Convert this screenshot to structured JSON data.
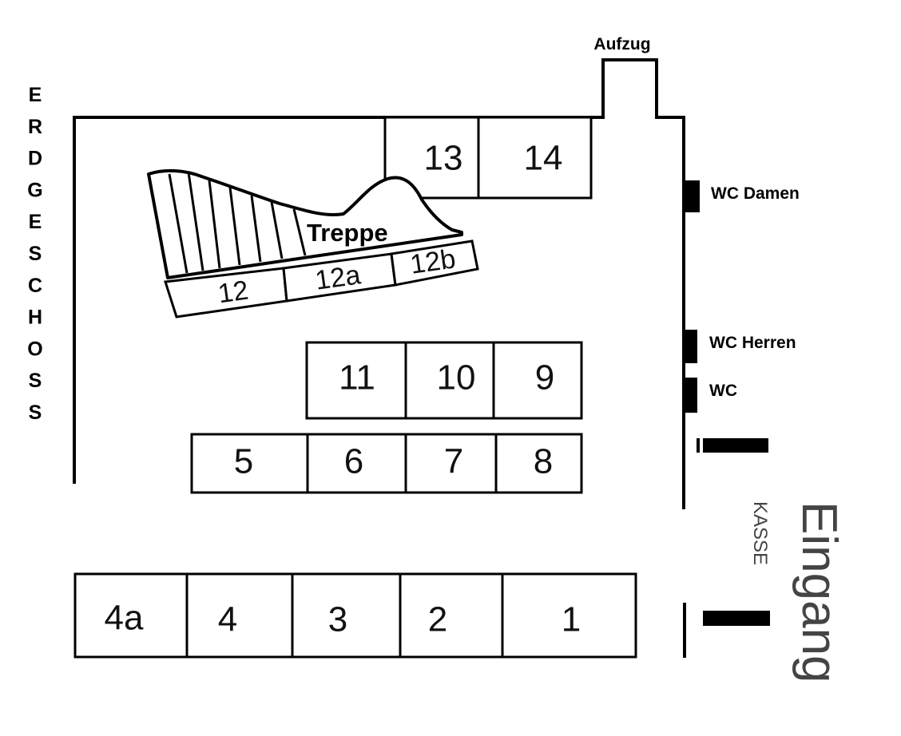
{
  "floor_label": "ERDGESCHOSS",
  "labels": {
    "elevator": "Aufzug",
    "stairs": "Treppe",
    "wc_women": "WC Damen",
    "wc_men": "WC Herren",
    "wc": "WC",
    "cashier": "KASSE",
    "entrance": "Eingang"
  },
  "booths": {
    "b1": "1",
    "b2": "2",
    "b3": "3",
    "b4": "4",
    "b4a": "4a",
    "b5": "5",
    "b6": "6",
    "b7": "7",
    "b8": "8",
    "b9": "9",
    "b10": "10",
    "b11": "11",
    "b12": "12",
    "b12a": "12a",
    "b12b": "12b",
    "b13": "13",
    "b14": "14"
  }
}
